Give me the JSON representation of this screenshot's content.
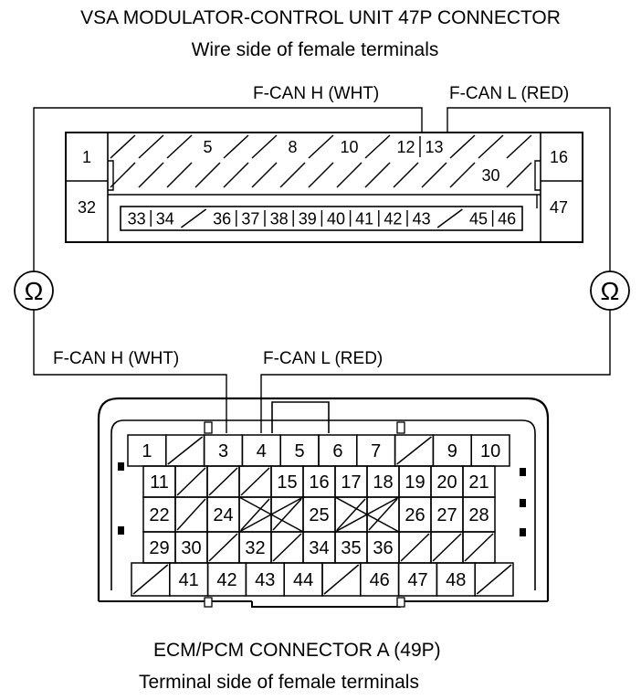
{
  "title": "VSA MODULATOR-CONTROL UNIT 47P CONNECTOR",
  "subtitle": "Wire side of female terminals",
  "bottom_title": "ECM/PCM CONNECTOR A (49P)",
  "bottom_subtitle": "Terminal side of female terminals",
  "top_labels": {
    "fcan_h": "F-CAN H (WHT)",
    "fcan_l": "F-CAN L (RED)"
  },
  "mid_labels": {
    "fcan_h": "F-CAN H (WHT)",
    "fcan_l": "F-CAN L (RED)"
  },
  "meter_symbol": "Ω",
  "vsa": {
    "end_cells": {
      "c1": "1",
      "c32": "32",
      "c16": "16",
      "c47": "47"
    },
    "row1": [
      "",
      "",
      "",
      "5",
      "",
      "",
      "8",
      "",
      "10",
      "",
      "12",
      "13",
      "",
      "",
      ""
    ],
    "row2": [
      "",
      "",
      "",
      "",
      "",
      "",
      "",
      "",
      "",
      "",
      "",
      "",
      "",
      "30",
      ""
    ],
    "row3": [
      "33",
      "34",
      "",
      "36",
      "37",
      "38",
      "39",
      "40",
      "41",
      "42",
      "43",
      "",
      "45",
      "46"
    ]
  },
  "ecm": {
    "row1": [
      "1",
      "",
      "3",
      "4",
      "5",
      "6",
      "7",
      "",
      "9",
      "10"
    ],
    "row2": [
      "11",
      "",
      "",
      "",
      "15",
      "16",
      "17",
      "18",
      "19",
      "20",
      "21"
    ],
    "row3": [
      "22",
      "",
      "24",
      "",
      "",
      "25",
      "",
      "",
      "26",
      "27",
      "28"
    ],
    "row4": [
      "29",
      "30",
      "",
      "32",
      "",
      "34",
      "35",
      "36",
      "",
      "",
      ""
    ],
    "row5": [
      "",
      "41",
      "42",
      "43",
      "44",
      "",
      "46",
      "47",
      "48",
      ""
    ]
  }
}
